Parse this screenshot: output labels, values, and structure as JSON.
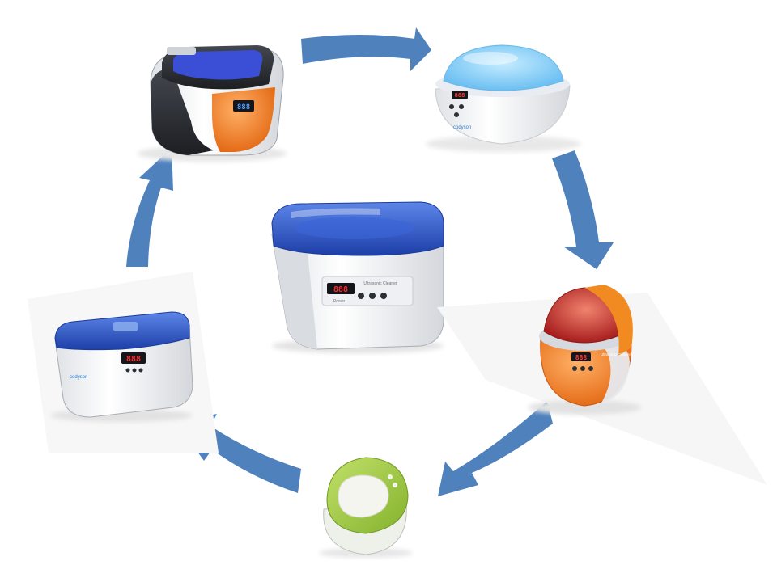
{
  "diagram": {
    "type": "cycle",
    "arrow_color": "#4f81bd",
    "nodes": [
      {
        "id": "center",
        "device": "large-rectangular-cleaner-blue-lid",
        "colors": {
          "body": "#f3f4f6",
          "lid": "#2a56c8"
        },
        "display": "888",
        "panel_text": "Ultrasonic Cleaner",
        "button_text": "Power"
      },
      {
        "id": "top-left",
        "device": "rounded-cleaner-black-orange",
        "colors": {
          "body": "#2c2f36",
          "accent": "#f08a2a",
          "lid": "#3b4fd6"
        },
        "display": "888"
      },
      {
        "id": "top-right",
        "device": "round-cleaner-light-blue-lid",
        "colors": {
          "body": "#f4f6fb",
          "lid": "#8fd6ff"
        },
        "display": "888",
        "brand": "codyson"
      },
      {
        "id": "right",
        "device": "round-cleaner-orange",
        "colors": {
          "body": "#f07b1c",
          "lid": "#c9382a"
        },
        "display": "888",
        "panel_text": "Ultrasonic Cleaner"
      },
      {
        "id": "bottom",
        "device": "small-oval-cleaner-green",
        "colors": {
          "body": "#f2f2ee",
          "accent": "#9bc53d"
        }
      },
      {
        "id": "left",
        "device": "small-rectangular-cleaner-blue",
        "colors": {
          "body": "#f1f1ee",
          "lid": "#3d6fd0"
        },
        "display": "888",
        "brand": "codyson"
      }
    ],
    "flow": [
      "top-left",
      "top-right",
      "right",
      "bottom",
      "left",
      "top-left"
    ]
  }
}
